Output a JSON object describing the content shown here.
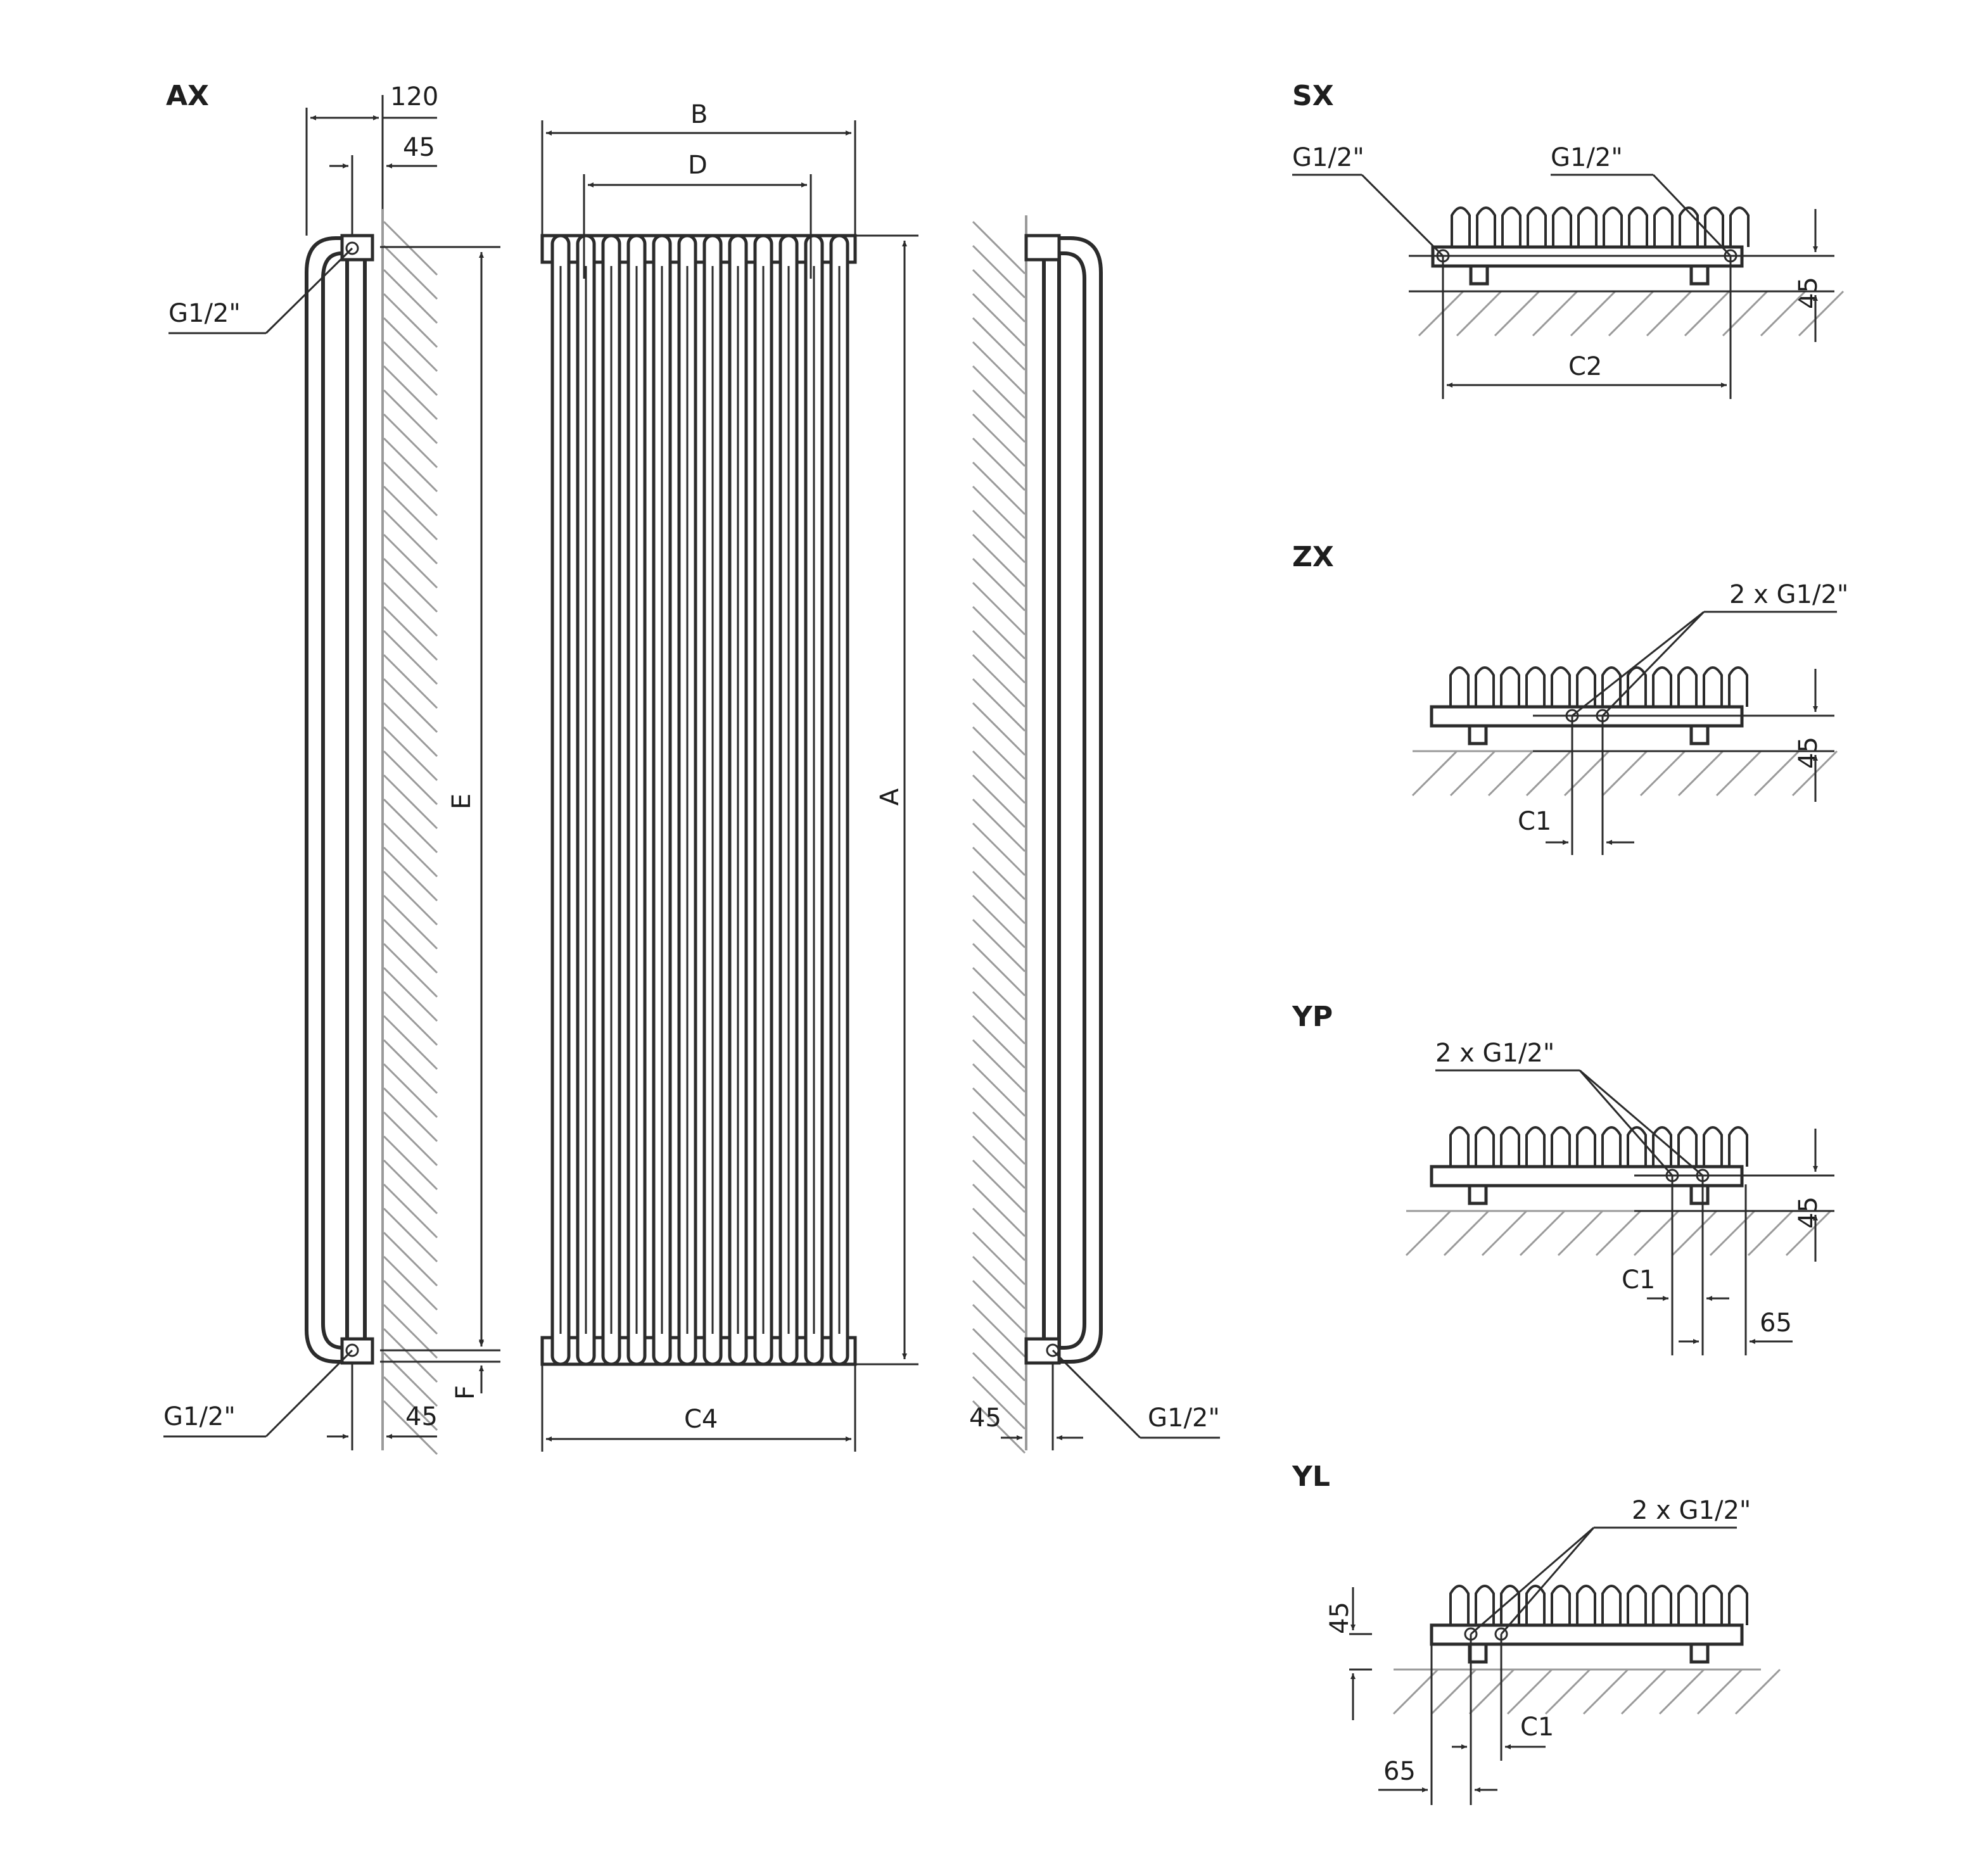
{
  "views": {
    "ax": {
      "title": "AX",
      "dim_top_outer": "120",
      "dim_top_inner": "45",
      "connection_top": "G1/2\"",
      "connection_bottom": "G1/2\"",
      "dim_bottom": "45",
      "dim_E": "E",
      "dim_F": "F"
    },
    "front": {
      "dim_B": "B",
      "dim_D": "D",
      "dim_A": "A",
      "dim_C4": "C4"
    },
    "side_right": {
      "dim_bottom": "45",
      "connection": "G1/2\""
    }
  },
  "plans": {
    "sx": {
      "title": "SX",
      "conn_left": "G1/2\"",
      "conn_right": "G1/2\"",
      "dim_height": "45",
      "dim_c2": "C2"
    },
    "zx": {
      "title": "ZX",
      "conn": "2 x G1/2\"",
      "dim_height": "45",
      "dim_c1": "C1"
    },
    "yp": {
      "title": "YP",
      "conn": "2 x G1/2\"",
      "dim_height": "45",
      "dim_c1": "C1",
      "dim_65": "65"
    },
    "yl": {
      "title": "YL",
      "conn": "2 x G1/2\"",
      "dim_height": "45",
      "dim_c1": "C1",
      "dim_65": "65"
    }
  }
}
